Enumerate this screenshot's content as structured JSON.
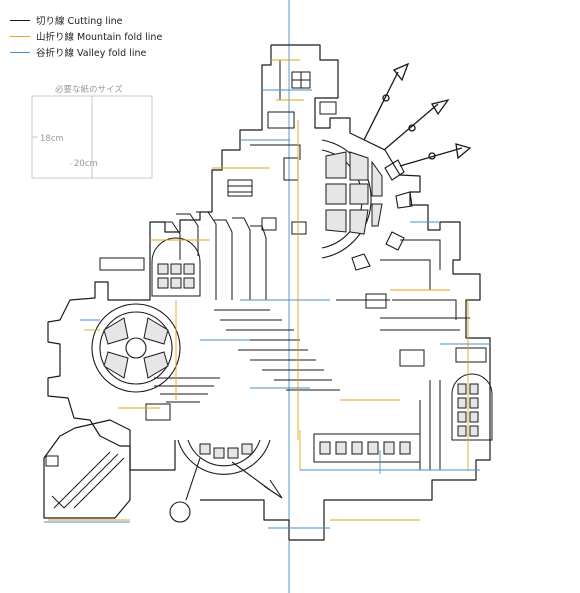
{
  "legend": {
    "items": [
      {
        "label": "切り線 Cutting line",
        "color": "#1a1a1a"
      },
      {
        "label": "山折り線 Mountain fold line",
        "color": "#e8a317"
      },
      {
        "label": "谷折り線 Valley fold line",
        "color": "#4a90c8"
      }
    ]
  },
  "paper": {
    "title": "必要な紙のサイズ",
    "height_label": "18cm",
    "width_label": "20cm"
  },
  "colors": {
    "cut": "#1a1a1a",
    "mountain": "#e8a317",
    "valley": "#4a90c8",
    "window_fill": "#e6e6e6",
    "paper_outline": "#bdbdbd"
  }
}
